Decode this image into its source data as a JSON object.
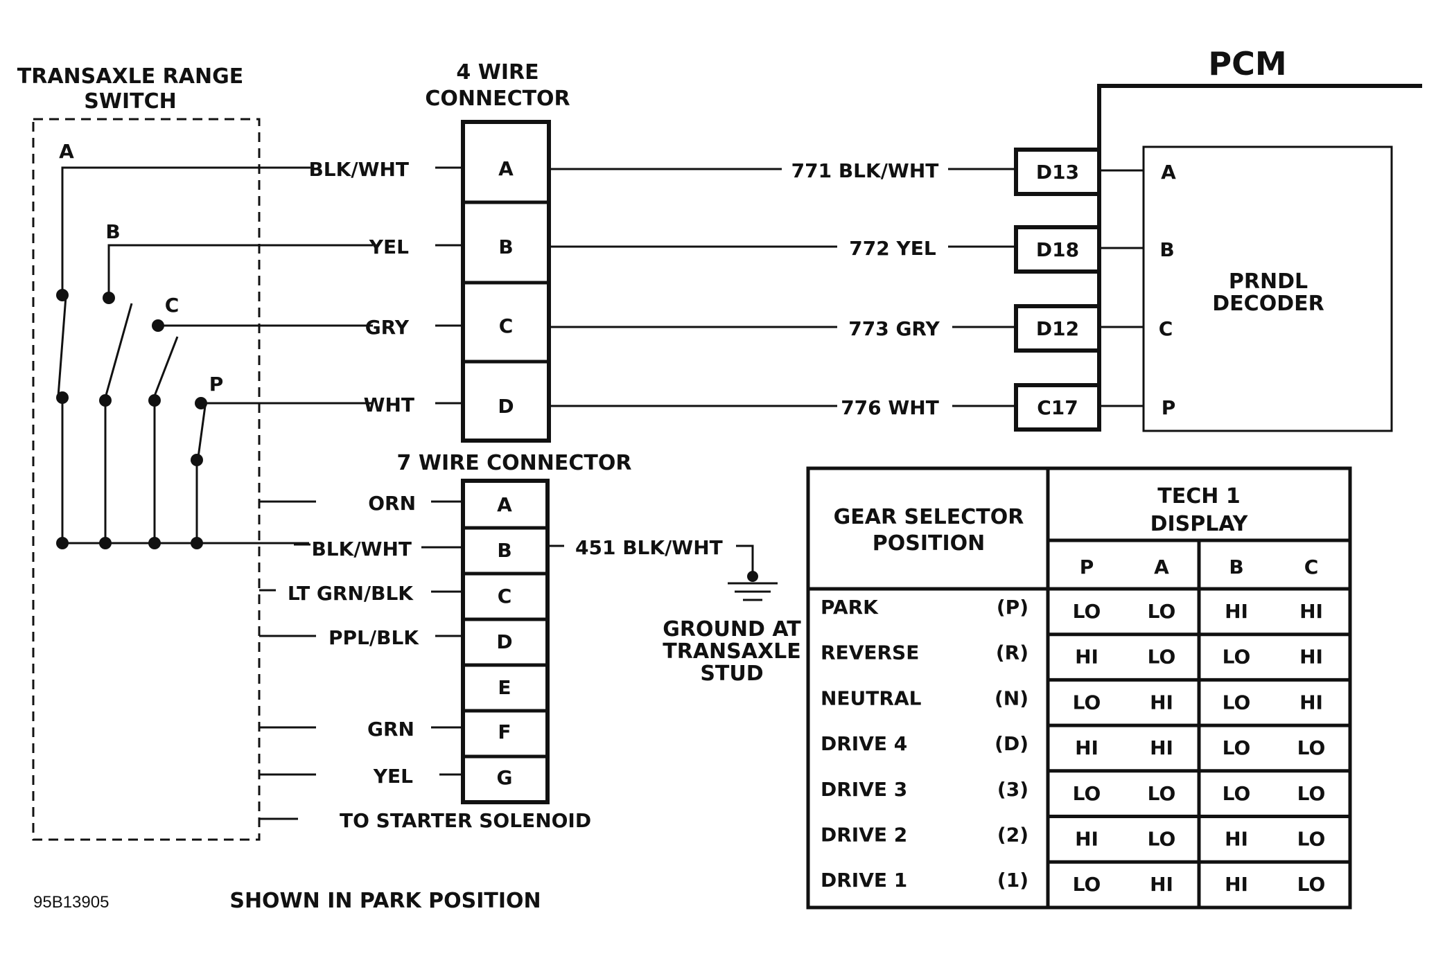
{
  "switch": {
    "title_line1": "TRANSAXLE RANGE",
    "title_line2": "SWITCH",
    "contacts": [
      "A",
      "B",
      "C",
      "P"
    ]
  },
  "connector4": {
    "title_line1": "4 WIRE",
    "title_line2": "CONNECTOR",
    "pins": [
      "A",
      "B",
      "C",
      "D"
    ],
    "left_wires": [
      "BLK/WHT",
      "YEL",
      "GRY",
      "WHT"
    ],
    "right_wires": [
      "771 BLK/WHT",
      "772 YEL",
      "773 GRY",
      "776 WHT"
    ]
  },
  "pcm": {
    "title": "PCM",
    "terminals": [
      "D13",
      "D18",
      "D12",
      "C17"
    ],
    "decoder_inputs": [
      "A",
      "B",
      "C",
      "P"
    ],
    "decoder_line1": "PRNDL",
    "decoder_line2": "DECODER"
  },
  "connector7": {
    "title": "7 WIRE CONNECTOR",
    "pins": [
      "A",
      "B",
      "C",
      "D",
      "E",
      "F",
      "G"
    ],
    "left_wires": [
      "ORN",
      "BLK/WHT",
      "LT GRN/BLK",
      "PPL/BLK",
      "",
      "GRN",
      "YEL"
    ],
    "pin_b_wire": "451 BLK/WHT"
  },
  "ground": {
    "line1": "GROUND AT",
    "line2": "TRANSAXLE",
    "line3": "STUD"
  },
  "starter_label": "TO STARTER SOLENOID",
  "table": {
    "header_left_line1": "GEAR SELECTOR",
    "header_left_line2": "POSITION",
    "header_right_line1": "TECH 1",
    "header_right_line2": "DISPLAY",
    "columns": [
      "P",
      "A",
      "B",
      "C"
    ],
    "rows": [
      {
        "name": "PARK",
        "code": "(P)",
        "values": [
          "LO",
          "LO",
          "HI",
          "HI"
        ]
      },
      {
        "name": "REVERSE",
        "code": "(R)",
        "values": [
          "HI",
          "LO",
          "LO",
          "HI"
        ]
      },
      {
        "name": "NEUTRAL",
        "code": "(N)",
        "values": [
          "LO",
          "HI",
          "LO",
          "HI"
        ]
      },
      {
        "name": "DRIVE 4",
        "code": "(D)",
        "values": [
          "HI",
          "HI",
          "LO",
          "LO"
        ]
      },
      {
        "name": "DRIVE 3",
        "code": "(3)",
        "values": [
          "LO",
          "LO",
          "LO",
          "LO"
        ]
      },
      {
        "name": "DRIVE 2",
        "code": "(2)",
        "values": [
          "HI",
          "LO",
          "HI",
          "LO"
        ]
      },
      {
        "name": "DRIVE 1",
        "code": "(1)",
        "values": [
          "LO",
          "HI",
          "HI",
          "LO"
        ]
      }
    ]
  },
  "figure_id": "95B13905",
  "caption": "SHOWN IN PARK POSITION"
}
